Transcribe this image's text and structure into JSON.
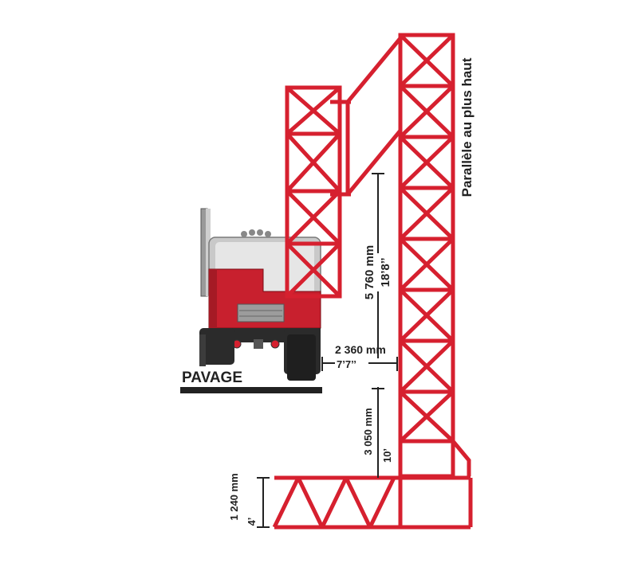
{
  "colors": {
    "truss": "#d6202f",
    "truck_red": "#c8202e",
    "truck_dark": "#2b2b2b",
    "chrome": "#bfbfbf",
    "dim": "#222222",
    "background": "#ffffff"
  },
  "labels": {
    "pavage": "PAVAGE",
    "orientation": "Parallèle au plus haut"
  },
  "dimensions": {
    "vertical_main": {
      "mm": "5 760 mm",
      "imperial": "18’8’’"
    },
    "horizontal_gap": {
      "mm": "2 360 mm",
      "imperial": "7’7’’"
    },
    "vertical_lower": {
      "mm": "3 050 mm",
      "imperial": "10’"
    },
    "base_height": {
      "mm": "1 240 mm",
      "imperial": "4’"
    }
  },
  "icons": [
    "truck-rear-icon",
    "bridge-truss-icon"
  ]
}
